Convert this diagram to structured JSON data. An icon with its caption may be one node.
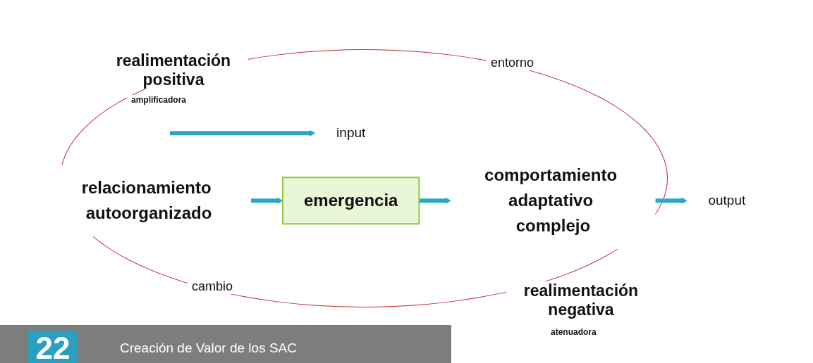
{
  "diagram": {
    "caption": "Creación de Valor de los SAC",
    "nodes": [
      {
        "text": [
          "input"
        ]
      },
      {
        "text": [
          "relacionamiento autoorganizado"
        ]
      },
      {
        "text": [
          "emergencia"
        ]
      },
      {
        "text": [
          "comportamiento adaptativo complejo"
        ]
      },
      {
        "text": [
          "output"
        ]
      }
    ],
    "edges": [
      {
        "from": null,
        "to": 0,
        "arrow": "to"
      },
      {
        "from": 1,
        "to": 2,
        "arrow": "to"
      },
      {
        "from": 2,
        "to": 3,
        "arrow": "to"
      },
      {
        "from": 3,
        "to": 4,
        "arrow": "to"
      }
    ],
    "labels": [
      "realimentación positiva",
      "amplificadora",
      "entorno",
      "cambio",
      "realimentación negativa",
      "atenuadora",
      "22"
    ]
  }
}
